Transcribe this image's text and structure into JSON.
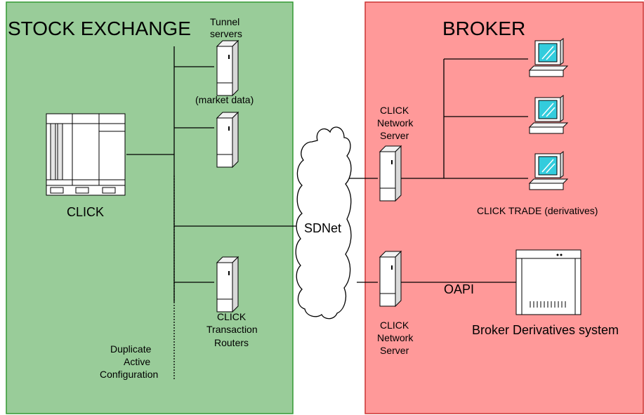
{
  "zones": {
    "stock_exchange": {
      "title": "STOCK EXCHANGE",
      "color": "#99cc99"
    },
    "broker": {
      "title": "BROKER",
      "color": "#ff9999"
    }
  },
  "exchange": {
    "click_label": "CLICK",
    "tunnel_label_1": "Tunnel",
    "tunnel_label_2": "servers",
    "market_data_label": "(market data)",
    "router_label_1": "CLICK",
    "router_label_2": "Transaction",
    "router_label_3": "Routers",
    "duplicate_label_1": "Duplicate",
    "duplicate_label_2": "Active",
    "duplicate_label_3": "Configuration"
  },
  "network": {
    "cloud_label": "SDNet"
  },
  "broker": {
    "server_top_label_1": "CLICK",
    "server_top_label_2": "Network",
    "server_top_label_3": "Server",
    "server_bottom_label_1": "CLICK",
    "server_bottom_label_2": "Network",
    "server_bottom_label_3": "Server",
    "trade_label": "CLICK TRADE (derivatives)",
    "oapi_label": "OAPI",
    "derivatives_system_label": "Broker Derivatives system"
  },
  "colors": {
    "monitor_screen": "#33ccdd",
    "device_fill": "#ffffff",
    "line": "#000000"
  }
}
